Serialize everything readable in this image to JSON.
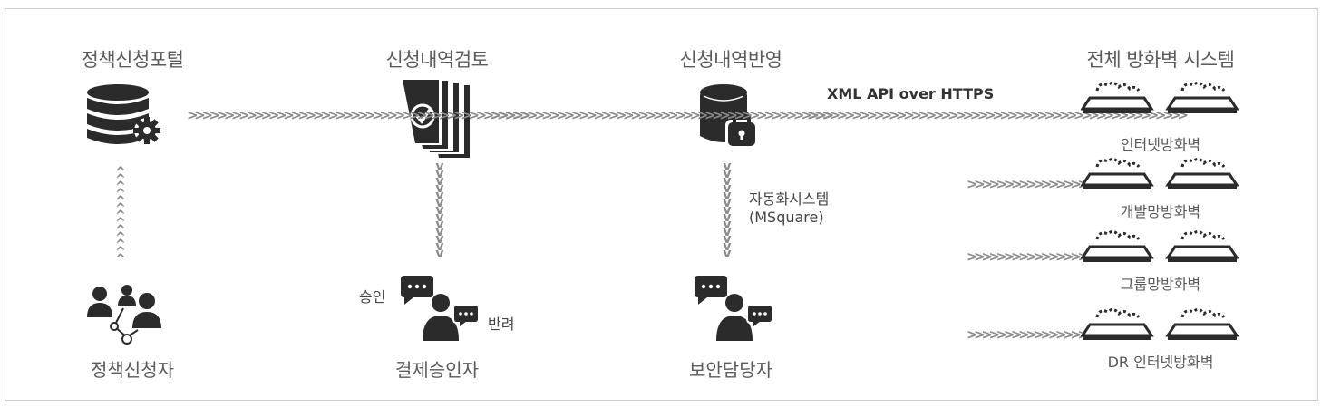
{
  "nodes": {
    "portal": {
      "title": "정책신청포털"
    },
    "review": {
      "title": "신청내역검토"
    },
    "apply": {
      "title": "신청내역반영"
    },
    "firewall_system": {
      "title": "전체 방화벽 시스템"
    }
  },
  "actors": {
    "requester": {
      "label": "정책신청자"
    },
    "approver": {
      "label": "결제승인자",
      "approve": "승인",
      "reject": "반려"
    },
    "security": {
      "label": "보안담당자"
    }
  },
  "edges": {
    "api": "XML API over HTTPS",
    "automation": "자동화시스템",
    "automation_name": "(MSquare)"
  },
  "firewalls": [
    {
      "label": "인터넷방화벽"
    },
    {
      "label": "개발망방화벽"
    },
    {
      "label": "그룹망방화벽"
    },
    {
      "label": "DR 인터넷방화벽"
    }
  ],
  "colors": {
    "icon": "#2b2b2b",
    "arrow": "#8a8a8a",
    "text": "#555555",
    "border": "#cfcfcf"
  },
  "icons": [
    "database-gear-icon",
    "documents-check-icon",
    "database-lock-icon",
    "firewall-device-icon",
    "people-hierarchy-icon",
    "chat-person-icon"
  ]
}
